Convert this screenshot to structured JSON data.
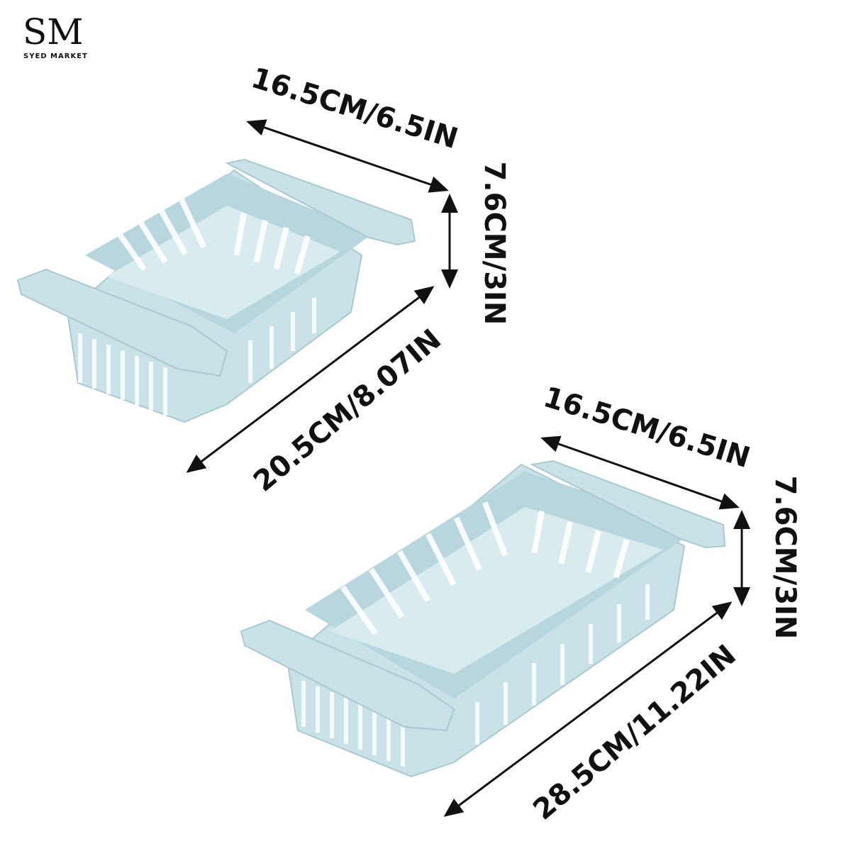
{
  "logo": {
    "letters": "SM",
    "tagline": "SYED MARKET"
  },
  "small_basket": {
    "width_label": "16.5CM/6.5IN",
    "height_label": "7.6CM/3IN",
    "length_label": "20.5CM/8.07IN"
  },
  "large_basket": {
    "width_label": "16.5CM/6.5IN",
    "height_label": "7.6CM/3IN",
    "length_label": "28.5CM/11.22IN"
  },
  "colors": {
    "basket": "#c9e2e8",
    "basket_shadow": "#a9c9d1",
    "text": "#111111"
  }
}
